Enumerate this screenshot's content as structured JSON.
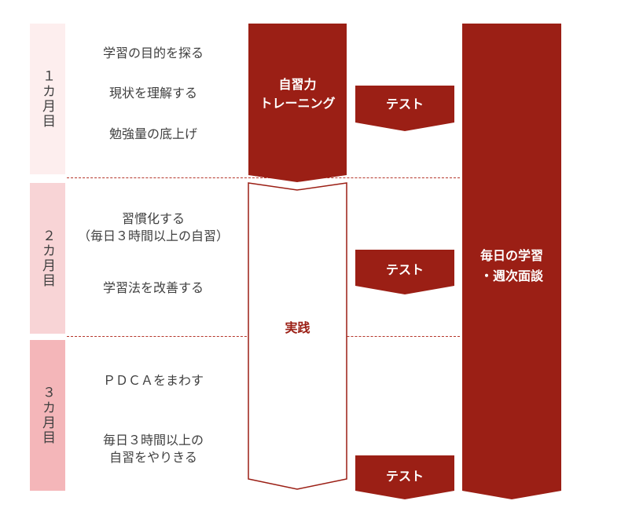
{
  "months": [
    {
      "label": "１カ月目"
    },
    {
      "label": "２カ月目"
    },
    {
      "label": "３カ月目"
    }
  ],
  "items": [
    "学習の目的を探る",
    "現状を理解する",
    "勉強量の底上げ",
    "習慣化する\n（毎日３時間以上の自習）",
    "学習法を改善する",
    "ＰＤＣＡをまわす",
    "毎日３時間以上の\n自習をやりきる"
  ],
  "phases": {
    "training": "自習力\nトレーニング",
    "practice": "実践"
  },
  "tests": [
    "テスト",
    "テスト",
    "テスト"
  ],
  "daily": "毎日の学習\n・週次面談",
  "colors": {
    "dark_red": "#9b1f15",
    "month1_bg": "#fdeeee",
    "month2_bg": "#f8d4d6",
    "month3_bg": "#f4b6b9",
    "dashed_line": "#b5362b"
  }
}
